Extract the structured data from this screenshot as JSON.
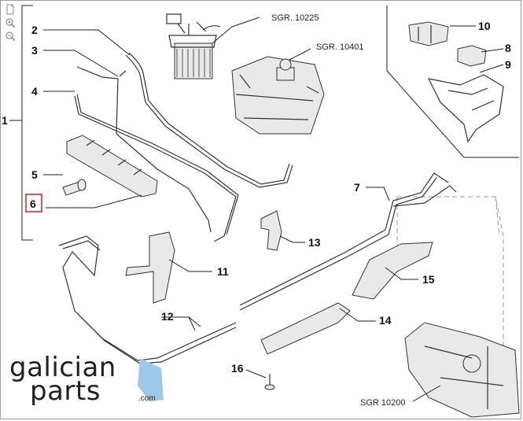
{
  "toolbar": {
    "items": [
      {
        "icon": "page-icon"
      },
      {
        "icon": "zoom-in-icon"
      },
      {
        "icon": "zoom-out-icon"
      }
    ]
  },
  "callouts": {
    "c1": "1",
    "c2": "2",
    "c3": "3",
    "c4": "4",
    "c5": "5",
    "c6": "6",
    "c7": "7",
    "c8": "8",
    "c9": "9",
    "c10": "10",
    "c11": "11",
    "c12": "12",
    "c13": "13",
    "c14": "14",
    "c15": "15",
    "c16": "16"
  },
  "highlight": {
    "callout": "6",
    "color": "#cc2222"
  },
  "references": {
    "sgr_10225": "SGR. 10225",
    "sgr_10401": "SGR. 10401",
    "sgr_10200": "SGR 10200"
  },
  "logo": {
    "line1": "galician",
    "line2": "parts",
    "suffix": ".com",
    "accent": "#9cc9e8"
  }
}
